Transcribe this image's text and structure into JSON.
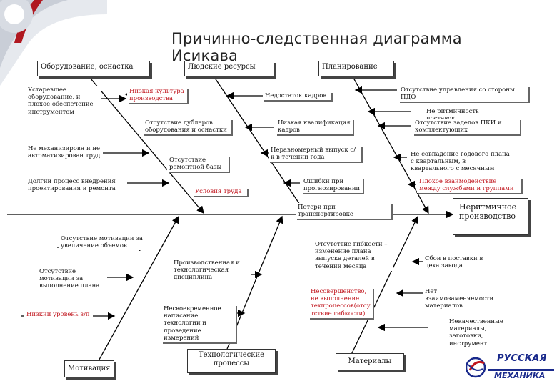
{
  "title": "Причинно-следственная диаграмма Исикава",
  "categories": {
    "equipment": "Оборудование, оснастка",
    "people": "Людские ресурсы",
    "planning": "Планирование",
    "motivation": "Мотивация",
    "tech": "Технологические процессы",
    "materials": "Материалы"
  },
  "effect": "Неритмичное производство",
  "causes": {
    "eq1": "Устаревшее оборудование, и плохое обеспечение инструментом",
    "eq2": "Не механизировн и не автоматизирован труд",
    "eq3": "Долгий процесс внедрения проектирования и ремонта",
    "pp1": "Низкая культура производства",
    "pp2": "Отсутствие дублеров оборудования и оснастки",
    "pp3": "Отсутствие ремонтной базы",
    "pp4": "Условия труда",
    "pl1": "Недостаток кадров",
    "pl2": "Низкая квалификация кадров",
    "pl3": "Неравномерный выпуск с/к в течении года",
    "pl4": "Ошибки при прогнозировании",
    "pl5": "Потери при транспортировке",
    "pr1": "Отсутствие управления со стороны ПДО",
    "pr2": "Не ритмичность поставок",
    "pr3": "Отсутствие заделов ПКИ и комплектующих",
    "pr4": "Не совпадение годового плана с квартальным, в квартального с месячным",
    "pr5": "Плохое взаимодействие между службами и группами",
    "mo1": "Отсутствие мотивации за увеличение объемов",
    "mo2": "Отсутствие мотивации за выполнение плана",
    "mo3": "Низкий уровень з/п",
    "te1": "Производственная и технологическая дисциплина",
    "te2": "Несвоевременное написание технологии и проведение измерений",
    "ma1": "Отсутствие гибкости – изменение плана выпуска деталей в течении месяца",
    "ma2": "Несовершенство, не выполнение техпроцессов(отсу тствие гибкости)",
    "ma3": "Сбои в поставки в цеха завода",
    "ma4": "Нет взаимозаменяемости материалов",
    "ma5": "Некачественные материалы, заготовки, инструмент"
  },
  "logo": {
    "line1": "РУССКАЯ",
    "line2": "МЕХАНИКА"
  },
  "colors": {
    "accent_red": "#c0141c",
    "logo_blue": "#1a2a8c",
    "line": "#000000"
  }
}
